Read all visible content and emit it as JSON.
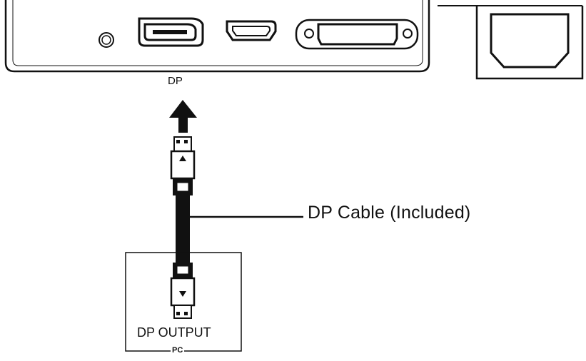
{
  "labels": {
    "dp_port": "DP",
    "cable": "DP Cable (Included)",
    "output": "DP OUTPUT",
    "pc": "PC"
  },
  "icons": {
    "panel_jacks": [
      "audio-jack-icon",
      "displayport-icon",
      "hdmi-port-icon",
      "dvi-port-icon"
    ],
    "power_socket": "power-socket-icon",
    "arrow": "arrow-up-icon",
    "plug": "displayport-plug-icon"
  },
  "colors": {
    "line": "#111111",
    "background": "#ffffff"
  }
}
